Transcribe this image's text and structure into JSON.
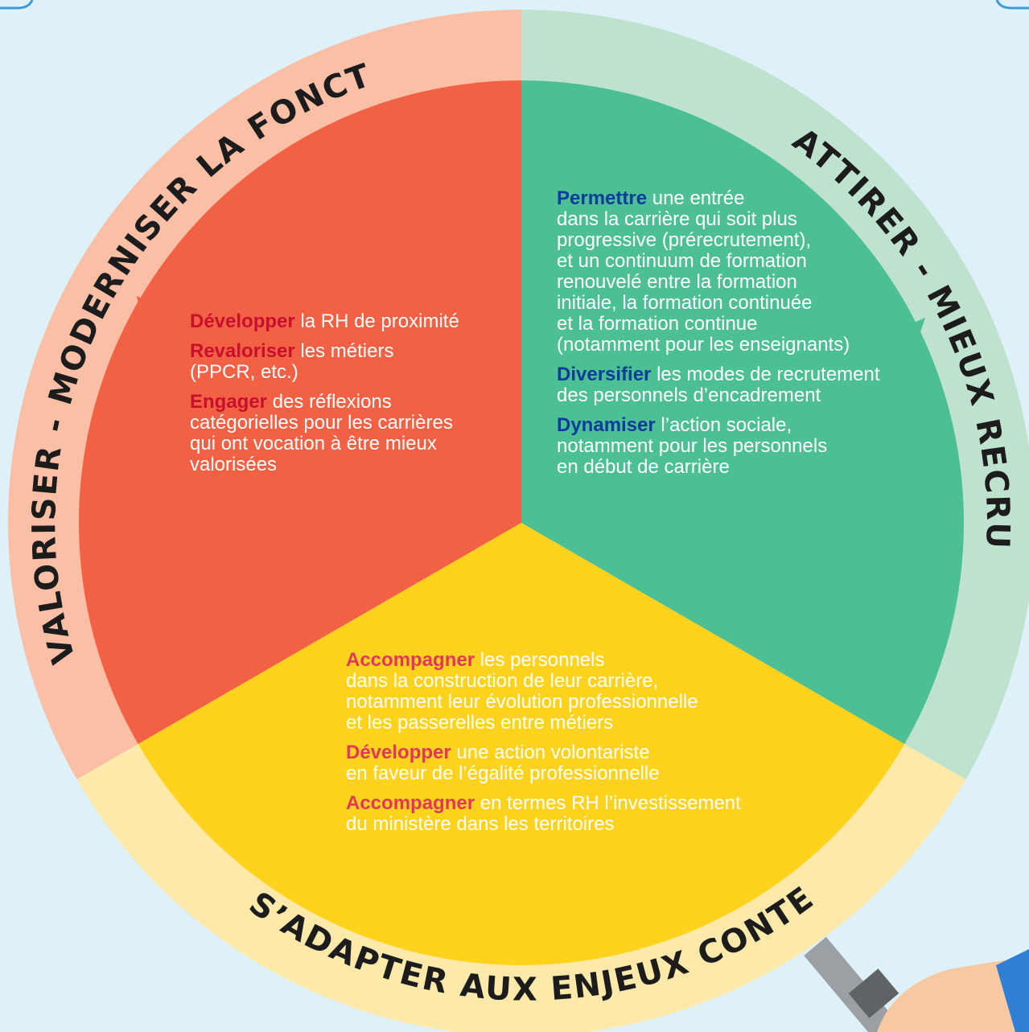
{
  "colors": {
    "background": "#dff1f8",
    "outer_red": "#fabfa5",
    "outer_green": "#bfe2cf",
    "outer_yellow": "#fdeaaa",
    "inner_red": "#f26143",
    "inner_green": "#4cbf95",
    "inner_yellow": "#fed21d",
    "keyword_red_sector": "#c8102e",
    "keyword_green_sector": "#0a3d99",
    "keyword_yellow_sector": "#e2365b",
    "ring_text": "#1c1c1c"
  },
  "ring_labels": {
    "left": "VALORISER - MODERNISER LA FONCTION RH",
    "right": "ATTIRER - MIEUX RECRUTER",
    "bottom": "S’ADAPTER AUX ENJEUX CONTEMPORAINS"
  },
  "sectors": {
    "red": [
      {
        "keyword": "Développer",
        "text": " la RH de proximité"
      },
      {
        "keyword": "Revaloriser",
        "text": " les métiers\n(PPCR, etc.)"
      },
      {
        "keyword": "Engager",
        "text": " des réflexions\ncatégorielles pour les carrières\nqui ont vocation à être mieux\nvalorisées"
      }
    ],
    "green": [
      {
        "keyword": "Permettre",
        "text": " une entrée\ndans la carrière qui soit plus\nprogressive (prérecrutement),\net un continuum de formation\nrenouvelé entre la formation\ninitiale, la formation continuée\net la formation continue\n(notamment pour les enseignants)"
      },
      {
        "keyword": "Diversifier",
        "text": " les modes de recrutement\ndes personnels d’encadrement"
      },
      {
        "keyword": "Dynamiser",
        "text": " l’action sociale,\nnotamment pour les personnels\nen début de carrière"
      }
    ],
    "yellow": [
      {
        "keyword": "Accompagner",
        "text": " les personnels\ndans la construction de leur carrière,\nnotamment leur évolution professionnelle\net les passerelles entre métiers"
      },
      {
        "keyword": "Développer",
        "text": " une action volontariste\nen faveur de l’égalité professionnelle"
      },
      {
        "keyword": "Accompagner",
        "text": " en termes RH l’investissement\ndu ministère dans les territoires"
      }
    ]
  }
}
